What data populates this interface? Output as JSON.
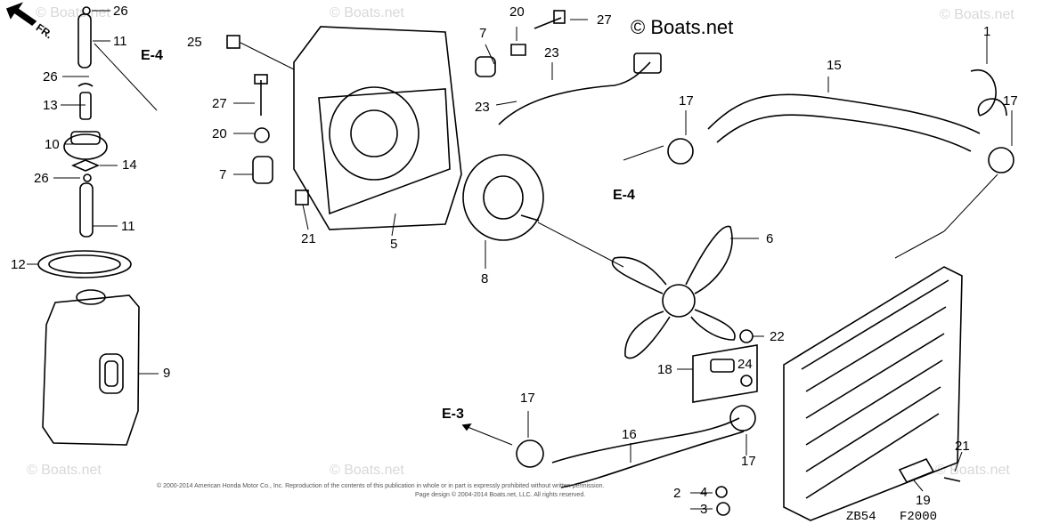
{
  "watermark": "© Boats.net",
  "brand": "© Boats.net",
  "direction_label": "FR.",
  "refs": {
    "e4_top": "E-4",
    "e4_mid": "E-4",
    "e3": "E-3"
  },
  "code_left": "ZB54",
  "code_right": "F2000",
  "copyright_line1": "© 2000-2014 American Honda Motor Co., Inc. Reproduction of the contents of this publication in whole or in part is expressly prohibited without written permission.",
  "copyright_line2": "Page design © 2004-2014 Boats.net, LLC. All rights reserved.",
  "parts": {
    "p1": "1",
    "p2": "2",
    "p3": "3",
    "p4": "4",
    "p5": "5",
    "p6": "6",
    "p7a": "7",
    "p7b": "7",
    "p8": "8",
    "p9": "9",
    "p10": "10",
    "p11a": "11",
    "p11b": "11",
    "p12": "12",
    "p13": "13",
    "p14": "14",
    "p15": "15",
    "p16": "16",
    "p17a": "17",
    "p17b": "17",
    "p17c": "17",
    "p17d": "17",
    "p18": "18",
    "p19": "19",
    "p20a": "20",
    "p20b": "20",
    "p21a": "21",
    "p21b": "21",
    "p22": "22",
    "p23a": "23",
    "p23b": "23",
    "p24": "24",
    "p25": "25",
    "p26a": "26",
    "p26b": "26",
    "p26c": "26",
    "p27a": "27",
    "p27b": "27"
  }
}
